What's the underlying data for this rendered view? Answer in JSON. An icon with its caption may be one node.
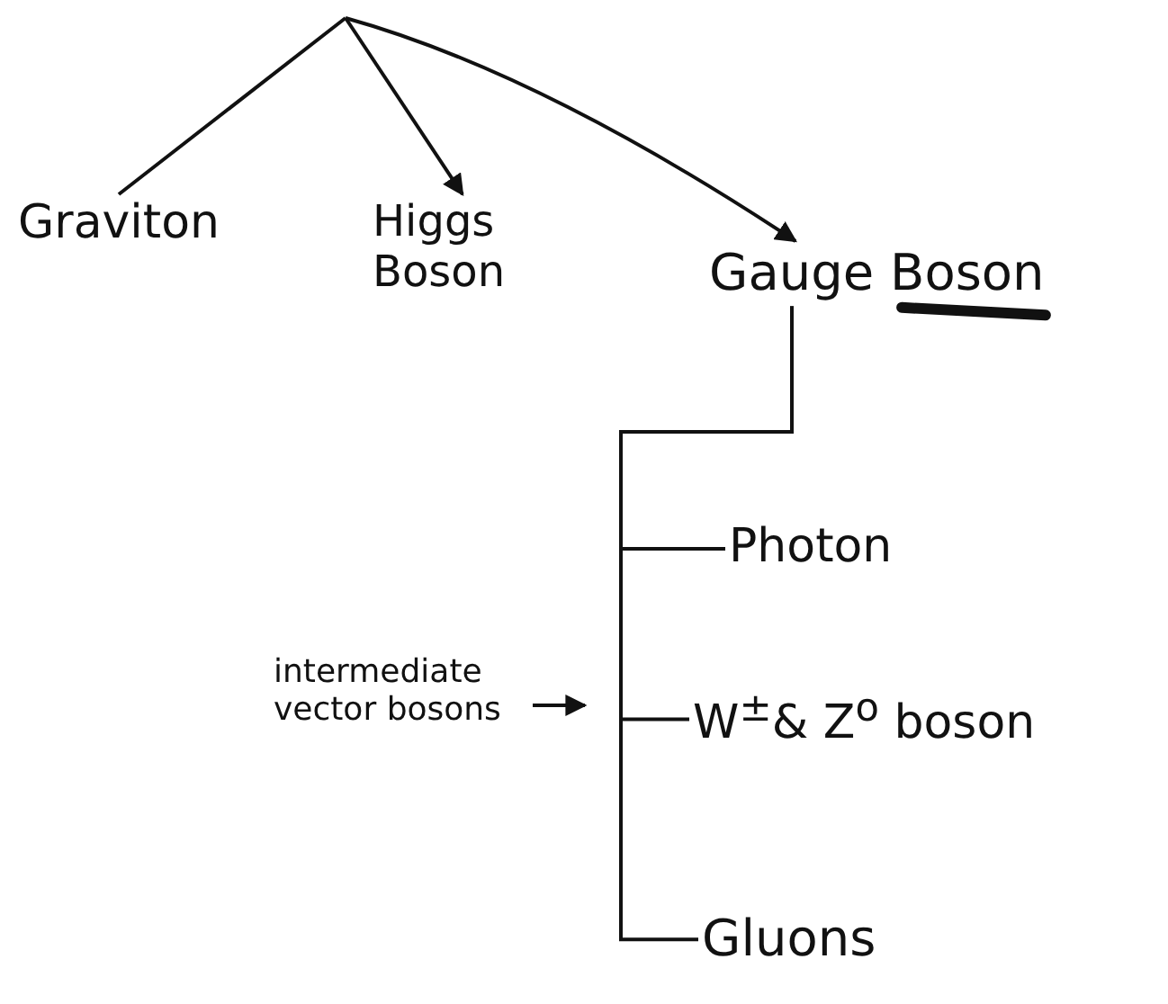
{
  "diagram": {
    "nodes": [
      {
        "text": [
          "Graviton"
        ]
      },
      {
        "text": [
          "Higgs Boson"
        ]
      },
      {
        "text": [
          "Gauge Boson"
        ]
      },
      {
        "text": [
          "Photon"
        ]
      },
      {
        "text": [
          "W$^{±}$& Z$^{o}$ boson"
        ]
      },
      {
        "text": [
          "Gluons"
        ]
      },
      {
        "text": [
          "intermediate vector bosons"
        ]
      }
    ],
    "edges": [
      {
        "from": null,
        "to": 0,
        "arrow": "none"
      },
      {
        "from": null,
        "to": 1,
        "arrow": "to"
      },
      {
        "from": null,
        "to": 2,
        "arrow": "to"
      },
      {
        "from": 2,
        "to": 3,
        "arrow": "none"
      },
      {
        "from": 2,
        "to": 4,
        "arrow": "none"
      },
      {
        "from": 2,
        "to": 5,
        "arrow": "none"
      },
      {
        "from": 6,
        "to": null,
        "arrow": "to"
      }
    ]
  }
}
